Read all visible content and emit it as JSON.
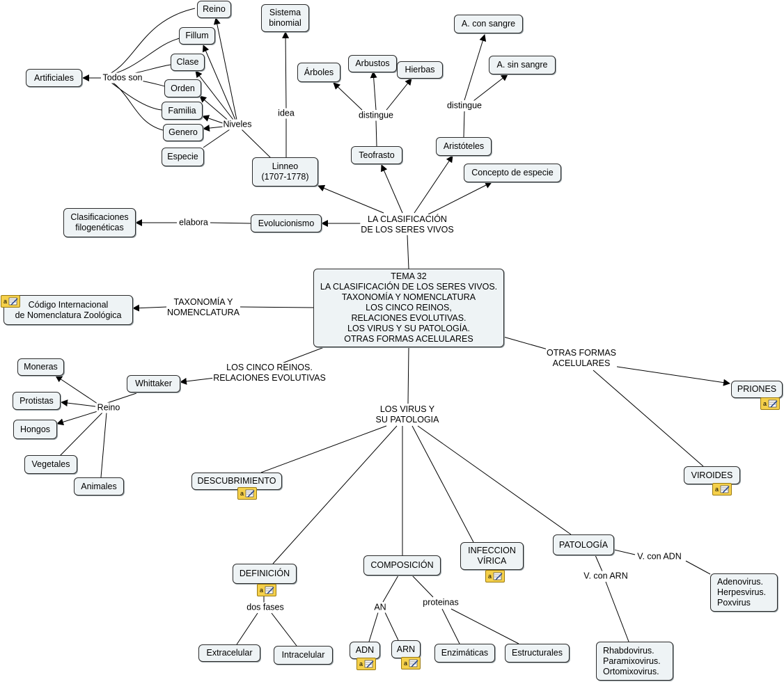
{
  "concepts": {
    "tema": "TEMA 32\nLA CLASIFICACIÓN DE LOS SERES VIVOS.\nTAXONOMÍA Y NOMENCLATURA\nLOS CINCO REINOS,\nRELACIONES EVOLUTIVAS.\nLOS VIRUS Y SU PATOLOGÍA.\nOTRAS FORMAS ACELULARES",
    "reino_top": "Reino",
    "fillum": "Fillum",
    "clase": "Clase",
    "orden": "Orden",
    "familia": "Familia",
    "genero": "Genero",
    "especie": "Especie",
    "artificiales": "Artificiales",
    "sistema_binomial": "Sistema\nbinomial",
    "linneo": "Linneo\n(1707-1778)",
    "arboles": "Árboles",
    "arbustos": "Arbustos",
    "hierbas": "Hierbas",
    "teofrasto": "Teofrasto",
    "a_con_sangre": "A. con sangre",
    "a_sin_sangre": "A. sin sangre",
    "aristoteles": "Aristóteles",
    "concepto_especie": "Concepto de especie",
    "clasificaciones": "Clasificaciones\nfilogenéticas",
    "evolucionismo": "Evolucionismo",
    "codigo": "Código Internacional\nde Nomenclatura Zoológica",
    "moneras": "Moneras",
    "protistas": "Protistas",
    "hongos": "Hongos",
    "vegetales": "Vegetales",
    "animales": "Animales",
    "whittaker": "Whittaker",
    "priones": "PRIONES",
    "viroides": "VIROIDES",
    "descubrimiento": "DESCUBRIMIENTO",
    "definicion": "DEFINICIÓN",
    "composicion": "COMPOSICIÓN",
    "infeccion": "INFECCION\nVÍRICA",
    "patologia": "PATOLOGÍA",
    "extracelular": "Extracelular",
    "intracelular": "Intracelular",
    "adn": "ADN",
    "arn": "ARN",
    "enzimaticas": "Enzimáticas",
    "estructurales": "Estructurales",
    "adenovirus": "Adenovirus.\nHerpesvirus.\nPoxvirus",
    "rhabdovirus": "Rhabdovirus.\nParamixovirus.\nOrtomixovirus."
  },
  "linking_phrases": {
    "todos_son": "Todos son",
    "niveles": "Niveles",
    "idea": "idea",
    "distingue_teo": "distingue",
    "distingue_ari": "distingue",
    "la_clasificacion": "LA CLASIFICACIÓN\nDE LOS SERES VIVOS",
    "elabora": "elabora",
    "taxonomia": "TAXONOMÍA Y\nNOMENCLATURA",
    "cinco_reinos": "LOS CINCO REINOS.\nRELACIONES EVOLUTIVAS",
    "reino": "Reino",
    "otras_formas": "OTRAS FORMAS\nACELULARES",
    "los_virus": "LOS VIRUS Y\nSU PATOLOGIA",
    "dos_fases": "dos fases",
    "an": "AN",
    "proteinas": "proteinas",
    "v_con_adn": "V. con ADN",
    "v_con_arn": "V. con ARN"
  },
  "resource_icon": "attached-document-icon",
  "colors": {
    "node_fill": "#eef3f5",
    "node_border": "#2b2b2b",
    "line": "#000000",
    "resource_icon": "#f5d04a"
  }
}
